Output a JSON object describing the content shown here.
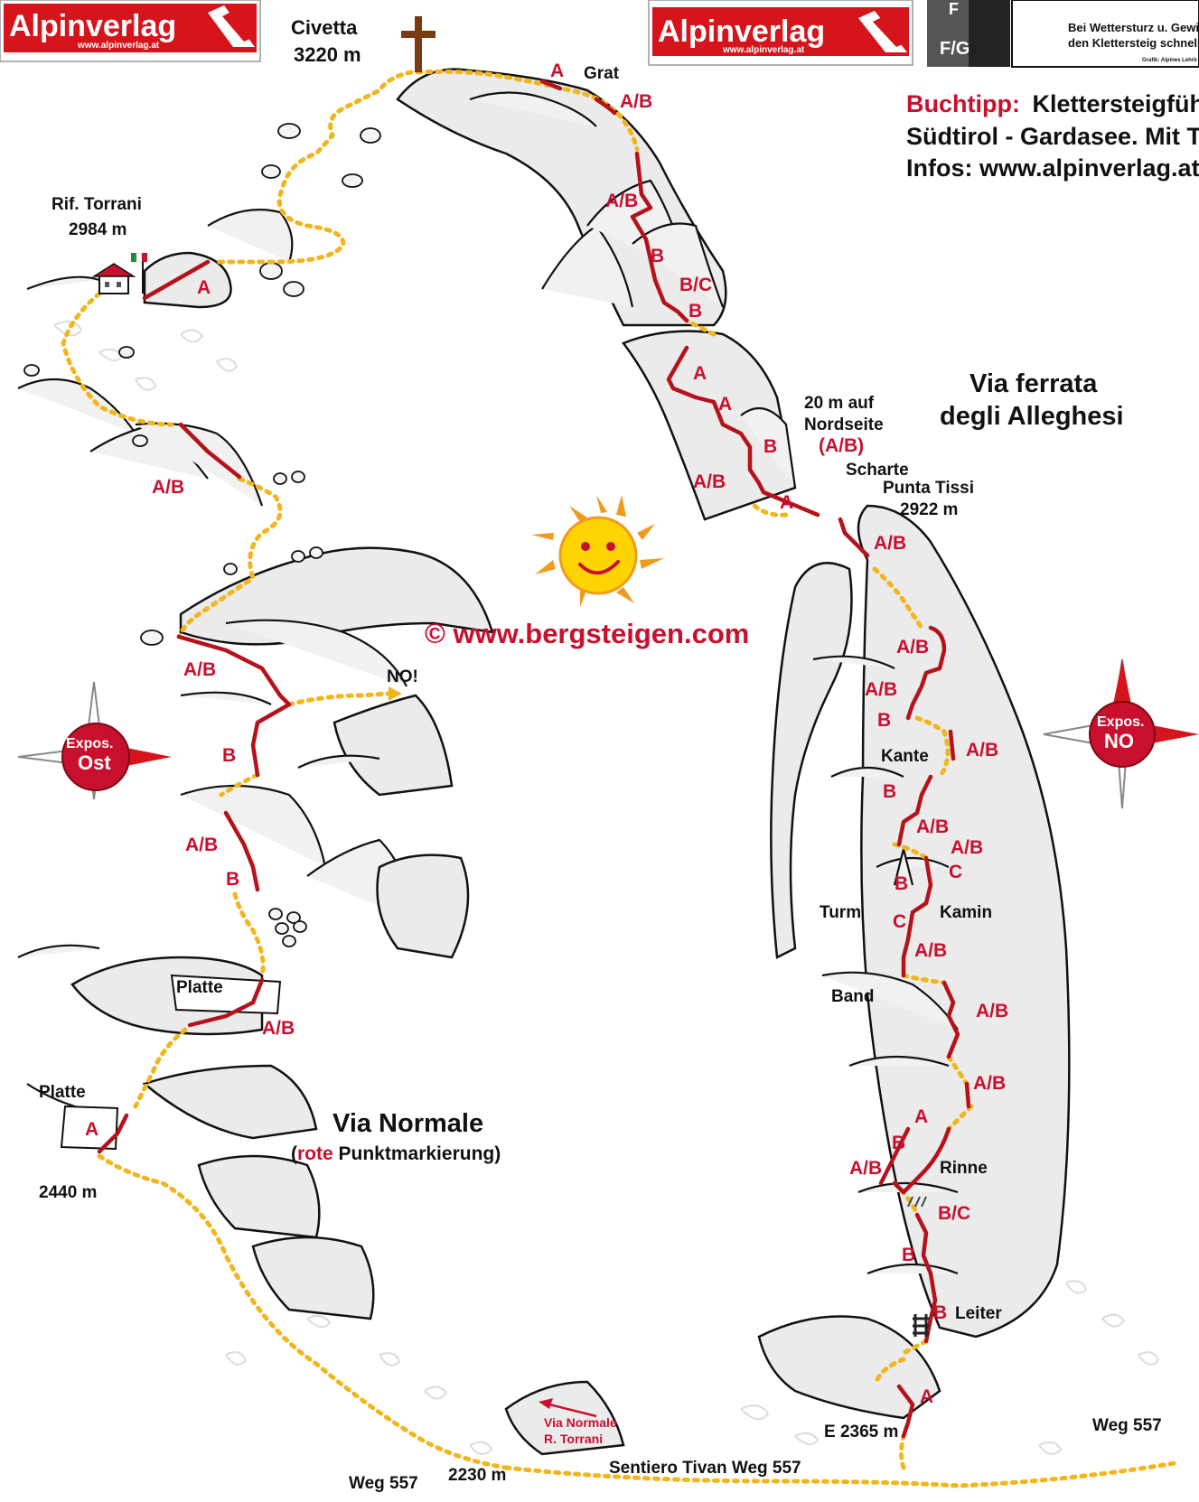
{
  "publisher": {
    "logo_left": "Alpinverlag",
    "logo_left_url": "www.alpinverlag.at",
    "logo_center": "Alpinverlag",
    "logo_center_url": "www.alpinverlag.at",
    "brand_color": "#d6141b"
  },
  "legend": {
    "grade_f": "F",
    "grade_fg": "F/G",
    "warning_line1": "Bei Wettersturz u. Gewit",
    "warning_line2": "den Klettersteig schnell",
    "credit": "Grafik: Alpines Lehrb"
  },
  "book_tip": {
    "label": "Buchtipp:",
    "line1_rest": "Klettersteigführer",
    "line2": "Südtirol - Gardasee. Mit Topo",
    "line3": "Infos: www.alpinverlag.at"
  },
  "copyright": "© www.bergsteigen.com",
  "summit": {
    "name": "Civetta",
    "elevation": "3220 m"
  },
  "hut": {
    "name": "Rif. Torrani",
    "elevation": "2984 m"
  },
  "routes": {
    "ferrata_line1": "Via ferrata",
    "ferrata_line2": "degli Alleghesi",
    "normale_title": "Via Normale",
    "normale_sub_pre": "(",
    "normale_sub_red": "rote",
    "normale_sub_post": " Punktmarkierung)"
  },
  "places": {
    "grat": "Grat",
    "nordseite_1": "20 m auf",
    "nordseite_2": "Nordseite",
    "nordseite_grade": "(A/B)",
    "scharte": "Scharte",
    "punta_tissi": "Punta Tissi",
    "punta_tissi_elev": "2922 m",
    "kante": "Kante",
    "turm": "Turm",
    "kamin": "Kamin",
    "band": "Band",
    "rinne": "Rinne",
    "leiter": "Leiter",
    "platte_upper": "Platte",
    "platte_lower": "Platte",
    "elev_2440": "2440 m",
    "elev_2230": "2230 m",
    "start_e": "E 2365 m",
    "weg_left": "Weg 557",
    "weg_right": "Weg 557",
    "sentiero": "Sentiero Tivan Weg 557",
    "no_warning": "NO!",
    "via_normale_torrani_1": "Via Normale",
    "via_normale_torrani_2": "R. Torrani"
  },
  "exposure": {
    "left_label": "Expos.",
    "left_value": "Ost",
    "right_label": "Expos.",
    "right_value": "NO"
  },
  "grades": {
    "top_a": "A",
    "top_ab": "A/B",
    "r1_ab": "A/B",
    "r1_b": "B",
    "r1_bc": "B/C",
    "r1_b2": "B",
    "r1_a1": "A",
    "r1_a2": "A",
    "r1_b3": "B",
    "r1_ab2": "A/B",
    "r1_a3": "A",
    "r2_ab1": "A/B",
    "r2_ab2": "A/B",
    "r2_ab3": "A/B",
    "r2_b1": "B",
    "r2_ab4": "A/B",
    "r2_b2": "B",
    "r2_ab5": "A/B",
    "r2_ab6": "A/B",
    "r2_c1": "C",
    "r2_b3": "B",
    "r2_c2": "C",
    "r2_ab7": "A/B",
    "r2_ab8": "A/B",
    "r2_ab9": "A/B",
    "r2_a": "A",
    "r2_b4": "B",
    "r2_ab10": "A/B",
    "r2_bc": "B/C",
    "r2_b5": "B",
    "r2_b6": "B",
    "r2_a_start": "A",
    "l_hut_a": "A",
    "l_ab1": "A/B",
    "l_ab2": "A/B",
    "l_b1": "B",
    "l_ab3": "A/B",
    "l_b2": "B",
    "l_ab4": "A/B",
    "l_a": "A"
  }
}
